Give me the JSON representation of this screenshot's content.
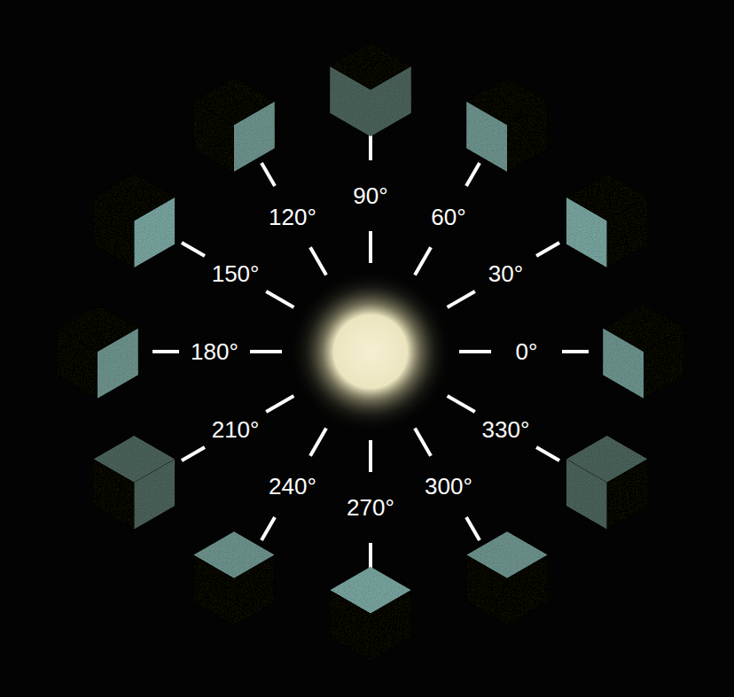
{
  "diagram": {
    "labels": [
      "0°",
      "30°",
      "60°",
      "90°",
      "120°",
      "150°",
      "180°",
      "210°",
      "240°",
      "270°",
      "300°",
      "330°"
    ]
  }
}
